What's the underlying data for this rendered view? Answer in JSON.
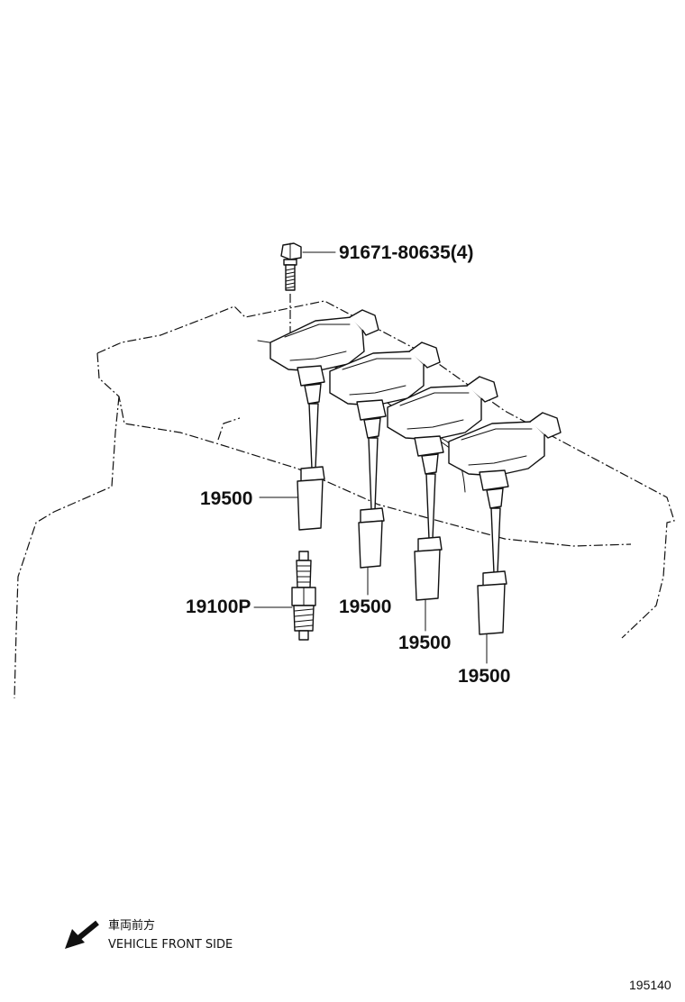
{
  "diagram": {
    "parts": [
      {
        "id": "bolt",
        "label": "91671-80635(4)"
      },
      {
        "id": "coil-1",
        "label": "19500"
      },
      {
        "id": "coil-2",
        "label": "19500"
      },
      {
        "id": "coil-3",
        "label": "19500"
      },
      {
        "id": "coil-4",
        "label": "19500"
      },
      {
        "id": "spark-plug",
        "label": "19100P"
      }
    ],
    "direction_note": {
      "jp": "車両前方",
      "en": "VEHICLE FRONT SIDE"
    },
    "figure_code": "195140"
  }
}
